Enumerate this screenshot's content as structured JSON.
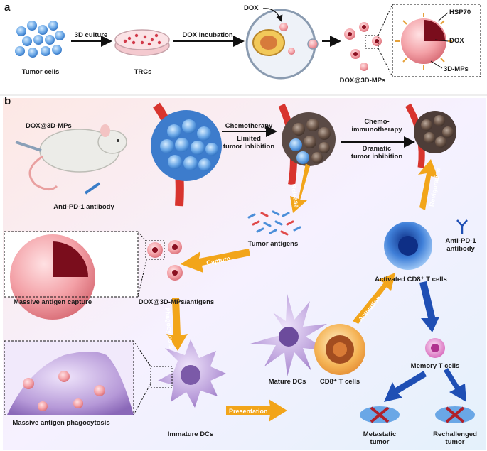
{
  "panels": {
    "a": "a",
    "b": "b"
  },
  "row_a": {
    "tumor_cells": "Tumor cells",
    "culture_3d": "3D culture",
    "trcs": "TRCs",
    "dox_incubation": "DOX incubation",
    "dox": "DOX",
    "dox_3d_mps": "DOX@3D-MPs",
    "hsp70": "HSP70",
    "dox_inset": "DOX",
    "mps_3d": "3D-MPs"
  },
  "row_b": {
    "dox_3d_mps": "DOX@3D-MPs",
    "anti_pd1": "Anti-PD-1 antibody",
    "chemotherapy": "Chemotherapy",
    "limited": "Limited",
    "limited2": "tumor inhibition",
    "chemo1": "Chemo-",
    "chemo2": "immunotherapy",
    "dramatic": "Dramatic",
    "dramatic2": "tumor inhibition",
    "release": "Release",
    "revigoration": "Revigoration",
    "tumor_antigens": "Tumor antigens",
    "anti_pd1_a": "Anti-PD-1",
    "anti_pd1_b": "antibody",
    "capture": "Capture",
    "massive_capture": "Massive antigen capture",
    "dox_antigens": "DOX@3D-MPs/antigens",
    "activated_cd8": "Activated CD8⁺ T cells",
    "phagocytosis": "Phagocytosis",
    "activation": "Activation",
    "memory_t": "Memory T cells",
    "mature_dcs": "Mature DCs",
    "cd8_t": "CD8⁺ T cells",
    "presentation": "Presentation",
    "massive_phago": "Massive antigen phagocytosis",
    "immature_dcs": "Immature DCs",
    "metastatic1": "Metastatic",
    "metastatic2": "tumor",
    "rechallenged1": "Rechallenged",
    "rechallenged2": "tumor"
  },
  "colors": {
    "arrow_orange": "#f2a51a",
    "arrow_blue": "#1f4fb4",
    "tumor_blue": "#4f8fd6",
    "vessel_red": "#d8342e",
    "dc_purple": "#a888cf",
    "particle_pink": "#f1a3a8"
  }
}
